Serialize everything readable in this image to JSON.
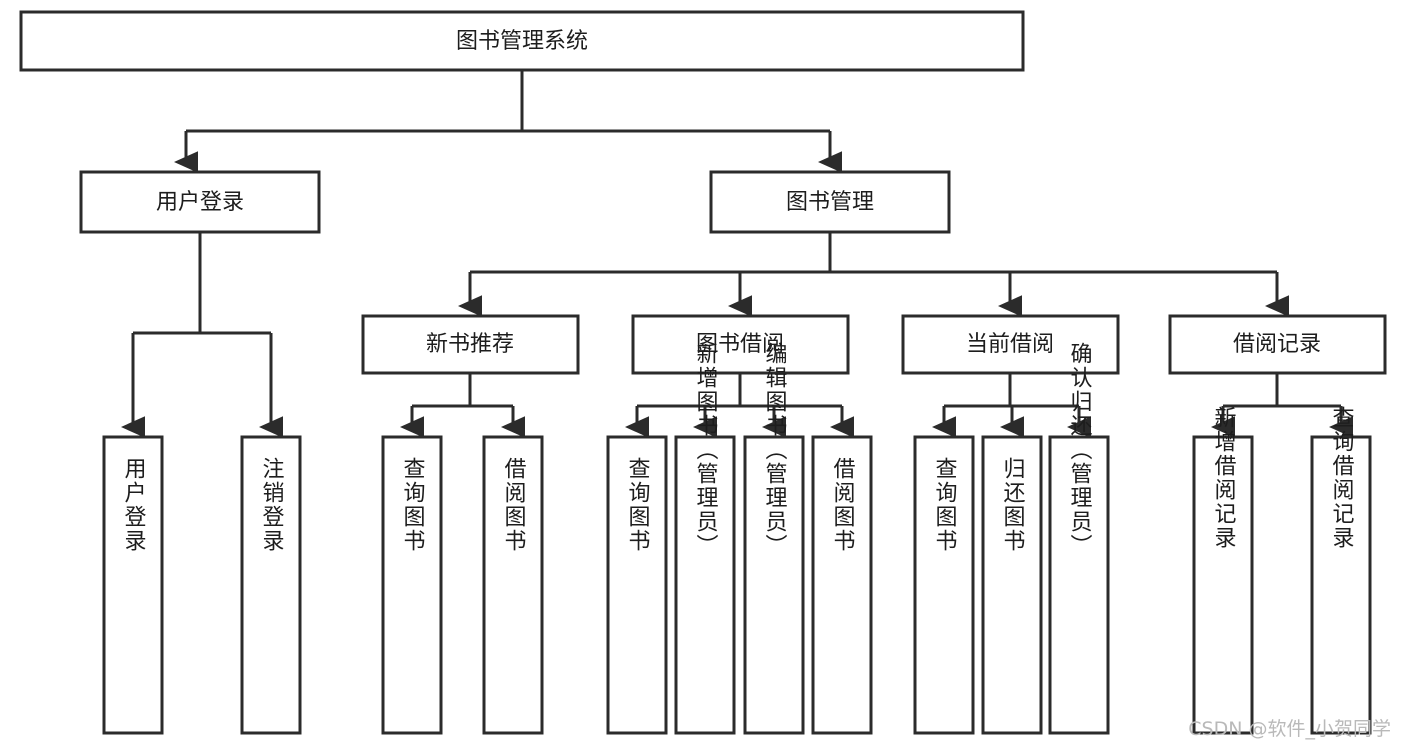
{
  "diagram": {
    "type": "tree-hierarchy",
    "title": "图书管理系统",
    "colors": {
      "stroke": "#2b2b2b",
      "fill": "#ffffff",
      "text": "#1d1d1d",
      "watermark": "#b9b9b9"
    },
    "levels": {
      "root": "图书管理系统",
      "level2": [
        "用户登录",
        "图书管理"
      ],
      "level3": [
        "新书推荐",
        "图书借阅",
        "当前借阅",
        "借阅记录"
      ],
      "leaves": [
        "用户登录",
        "注销登录",
        "查询图书",
        "借阅图书",
        "查询图书",
        "新增图书（管理员）",
        "编辑图书（管理员）",
        "借阅图书",
        "查询图书",
        "归还图书",
        "确认归还（管理员）",
        "新增借阅记录",
        "查询借阅记录"
      ]
    },
    "nodes": {
      "root": {
        "label": "图书管理系统"
      },
      "user_login": {
        "label": "用户登录"
      },
      "book_manage": {
        "label": "图书管理"
      },
      "new_book_rec": {
        "label": "新书推荐"
      },
      "book_borrow": {
        "label": "图书借阅"
      },
      "current_borrow": {
        "label": "当前借阅"
      },
      "borrow_record": {
        "label": "借阅记录"
      },
      "leaf_user_login": {
        "label": "用户登录"
      },
      "leaf_logout": {
        "label": "注销登录"
      },
      "leaf_query_book_1": {
        "label": "查询图书"
      },
      "leaf_borrow_book_1": {
        "label": "借阅图书"
      },
      "leaf_query_book_2": {
        "label": "查询图书"
      },
      "leaf_add_book": {
        "label": "新增图书（管理员）"
      },
      "leaf_edit_book": {
        "label": "编辑图书（管理员）"
      },
      "leaf_borrow_book_2": {
        "label": "借阅图书"
      },
      "leaf_query_book_3": {
        "label": "查询图书"
      },
      "leaf_return_book": {
        "label": "归还图书"
      },
      "leaf_confirm_return": {
        "label": "确认归还（管理员）"
      },
      "leaf_add_record": {
        "label": "新增借阅记录"
      },
      "leaf_query_record": {
        "label": "查询借阅记录"
      }
    },
    "edges": [
      {
        "from": "root",
        "to": "user_login"
      },
      {
        "from": "root",
        "to": "book_manage"
      },
      {
        "from": "user_login",
        "to": "leaf_user_login"
      },
      {
        "from": "user_login",
        "to": "leaf_logout"
      },
      {
        "from": "book_manage",
        "to": "new_book_rec"
      },
      {
        "from": "book_manage",
        "to": "book_borrow"
      },
      {
        "from": "book_manage",
        "to": "current_borrow"
      },
      {
        "from": "book_manage",
        "to": "borrow_record"
      },
      {
        "from": "new_book_rec",
        "to": "leaf_query_book_1"
      },
      {
        "from": "new_book_rec",
        "to": "leaf_borrow_book_1"
      },
      {
        "from": "book_borrow",
        "to": "leaf_query_book_2"
      },
      {
        "from": "book_borrow",
        "to": "leaf_add_book"
      },
      {
        "from": "book_borrow",
        "to": "leaf_edit_book"
      },
      {
        "from": "book_borrow",
        "to": "leaf_borrow_book_2"
      },
      {
        "from": "current_borrow",
        "to": "leaf_query_book_3"
      },
      {
        "from": "current_borrow",
        "to": "leaf_return_book"
      },
      {
        "from": "current_borrow",
        "to": "leaf_confirm_return"
      },
      {
        "from": "borrow_record",
        "to": "leaf_add_record"
      },
      {
        "from": "borrow_record",
        "to": "leaf_query_record"
      }
    ]
  },
  "watermark": {
    "text": "CSDN @软件_小贺同学"
  }
}
